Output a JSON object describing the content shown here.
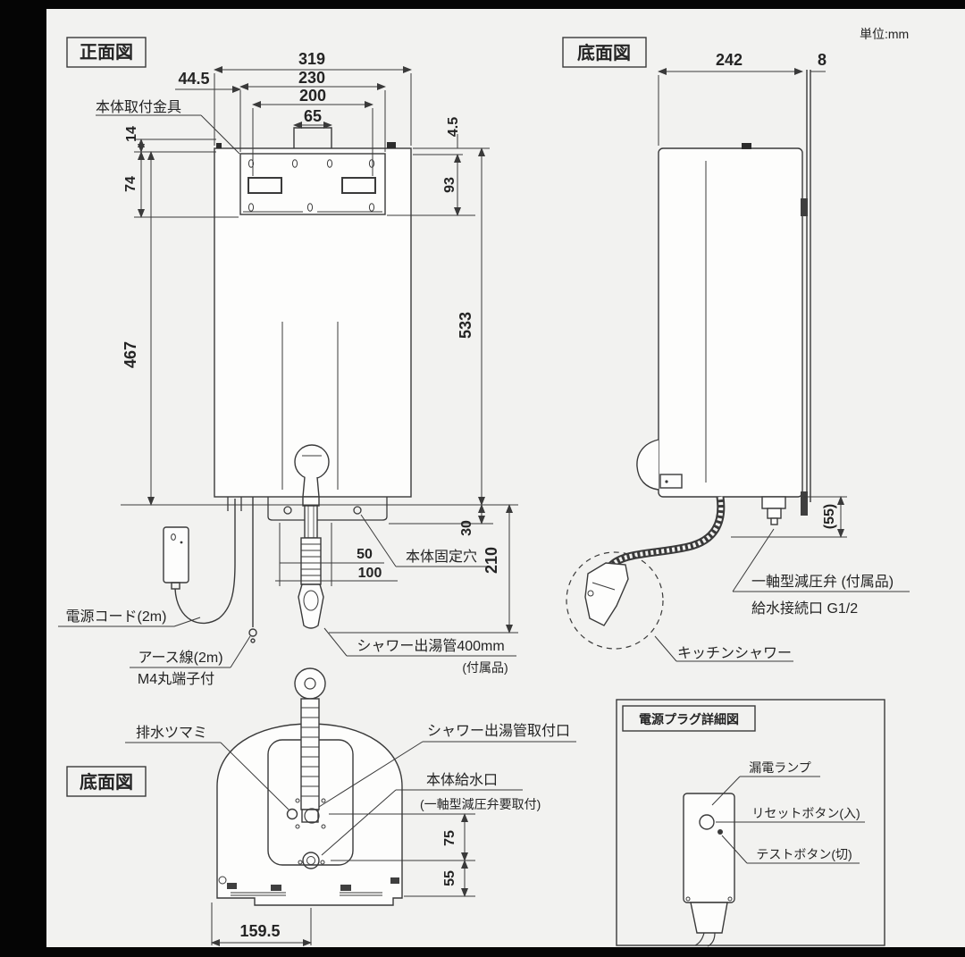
{
  "meta": {
    "units_label": "単位:mm"
  },
  "front_view": {
    "title": "正面図",
    "labels": {
      "bracket": "本体取付金具",
      "fixing_hole": "本体固定穴",
      "power_cord": "電源コード(2m)",
      "earth_wire_line1": "アース線(2m)",
      "earth_wire_line2": "M4丸端子付",
      "shower_pipe_line1": "シャワー出湯管400mm",
      "shower_pipe_line2": "(付属品)"
    },
    "dims": {
      "total_width": "319",
      "bracket_width": "230",
      "inner_width": "200",
      "tab_width": "65",
      "left_offset": "44.5",
      "top_gap": "14",
      "bracket_height": "74",
      "body_height_left": "467",
      "right_gap": "4.5",
      "bracket_height_right": "93",
      "body_height_right": "533",
      "foot_height": "30",
      "pipe_drop": "210",
      "hole_pitch_50": "50",
      "hole_pitch_100": "100"
    }
  },
  "side_view": {
    "title": "底面図",
    "labels": {
      "valve_line1": "一軸型減圧弁 (付属品)",
      "valve_line2": "給水接続口 G1/2",
      "kitchen_shower": "キッチンシャワー"
    },
    "dims": {
      "depth": "242",
      "wall_gap": "8",
      "valve_height": "(55)"
    }
  },
  "bottom_view": {
    "title": "底面図",
    "labels": {
      "drain_knob": "排水ツマミ",
      "shower_outlet": "シャワー出湯管取付口",
      "inlet_line1": "本体給水口",
      "inlet_line2": "(一軸型減圧弁要取付)"
    },
    "dims": {
      "inlet_offset": "75",
      "edge_offset": "55",
      "half_width": "159.5"
    }
  },
  "plug_detail": {
    "title": "電源プラグ詳細図",
    "labels": {
      "leak_lamp": "漏電ランプ",
      "reset_button": "リセットボタン(入)",
      "test_button": "テストボタン(切)"
    }
  }
}
